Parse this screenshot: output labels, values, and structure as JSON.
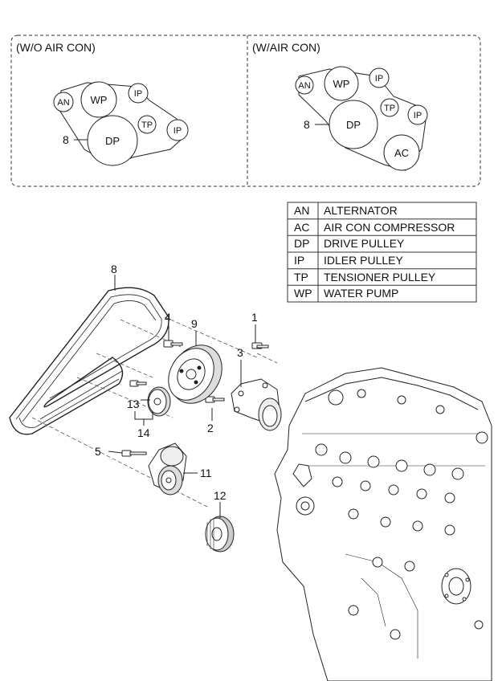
{
  "panels": {
    "without_ac": {
      "label": "(W/O AIR CON)",
      "pulleys": {
        "an": "AN",
        "wp": "WP",
        "ip_top": "IP",
        "tp": "TP",
        "ip_bottom": "IP",
        "dp": "DP"
      },
      "belt_number": "8"
    },
    "with_ac": {
      "label": "(W/AIR CON)",
      "pulleys": {
        "an": "AN",
        "wp": "WP",
        "ip_top": "IP",
        "tp": "TP",
        "ip_right": "IP",
        "dp": "DP",
        "ac": "AC"
      },
      "belt_number": "8"
    }
  },
  "legend": [
    {
      "code": "AN",
      "name": "ALTERNATOR"
    },
    {
      "code": "AC",
      "name": "AIR CON COMPRESSOR"
    },
    {
      "code": "DP",
      "name": "DRIVE PULLEY"
    },
    {
      "code": "IP",
      "name": "IDLER PULLEY"
    },
    {
      "code": "TP",
      "name": "TENSIONER PULLEY"
    },
    {
      "code": "WP",
      "name": "WATER PUMP"
    }
  ],
  "callouts": {
    "c1": "1",
    "c2": "2",
    "c3": "3",
    "c4": "4",
    "c5": "5",
    "c8": "8",
    "c9": "9",
    "c11": "11",
    "c12": "12",
    "c13": "13",
    "c14": "14"
  }
}
